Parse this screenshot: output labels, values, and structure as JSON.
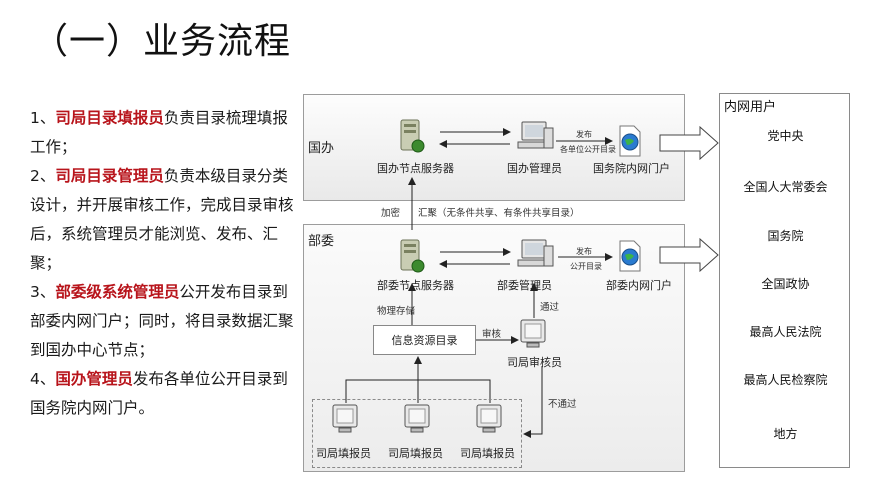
{
  "title": "（一）业务流程",
  "description": [
    {
      "num": "1、",
      "highlight": "司局目录填报员",
      "text": "负责目录梳理填报工作；"
    },
    {
      "num": "2、",
      "highlight": "司局目录管理员",
      "text": "负责本级目录分类设计，并开展审核工作，完成目录审核后，系统管理员才能浏览、发布、汇聚；"
    },
    {
      "num": "3、",
      "highlight": "部委级系统管理员",
      "text": "公开发布目录到部委内网门户；同时，将目录数据汇聚到国办中心节点；"
    },
    {
      "num": "4、",
      "highlight": "国办管理员",
      "text": "发布各单位公开目录到国务院内网门户。"
    }
  ],
  "diagram": {
    "guoban": {
      "zone": "国办",
      "server": "国办节点服务器",
      "admin": "国办管理员",
      "portal": "国务院内网门户",
      "publish_top": "发布",
      "publish_bottom": "各单位公开目录"
    },
    "between": {
      "encrypt": "加密",
      "aggregate": "汇聚（无条件共享、有条件共享目录）"
    },
    "buwei": {
      "zone": "部委",
      "server": "部委节点服务器",
      "admin": "部委管理员",
      "portal": "部委内网门户",
      "publish_top": "发布",
      "publish_bottom": "公开目录",
      "storage": "物理存储",
      "info_box": "信息资源目录",
      "review": "审核",
      "pass": "通过",
      "reviewer": "司局审核员",
      "fail": "不通过",
      "fillers": [
        "司局填报员",
        "司局填报员",
        "司局填报员"
      ]
    },
    "users": {
      "title": "内网用户",
      "items": [
        "党中央",
        "全国人大常委会",
        "国务院",
        "全国政协",
        "最高人民法院",
        "最高人民检察院",
        "地方"
      ]
    }
  }
}
